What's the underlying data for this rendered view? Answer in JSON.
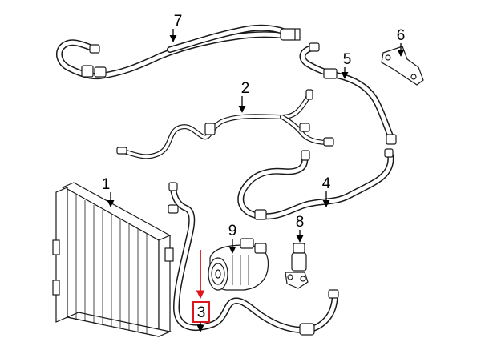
{
  "callouts": [
    {
      "label": "1",
      "part": "condenser"
    },
    {
      "label": "2",
      "part": "suction-line"
    },
    {
      "label": "3",
      "part": "discharge-hose"
    },
    {
      "label": "4",
      "part": "pressure-line"
    },
    {
      "label": "5",
      "part": "liquid-line"
    },
    {
      "label": "6",
      "part": "mounting-bracket"
    },
    {
      "label": "7",
      "part": "return-hose"
    },
    {
      "label": "8",
      "part": "expansion-valve"
    },
    {
      "label": "9",
      "part": "compressor"
    }
  ],
  "highlight": {
    "label": "3",
    "color": "#e0141b"
  }
}
